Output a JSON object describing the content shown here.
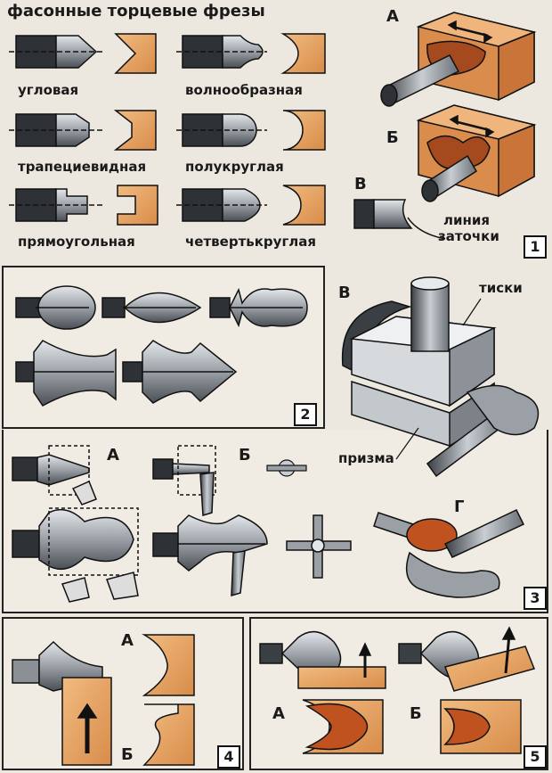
{
  "title": "фасонные торцевые фрезы",
  "panel1": {
    "cutters": [
      {
        "name": "угловая"
      },
      {
        "name": "волнообразная"
      },
      {
        "name": "трапециевидная"
      },
      {
        "name": "полукруглая"
      },
      {
        "name": "прямоугольная"
      },
      {
        "name": "четвертькруглая"
      }
    ],
    "letter_a": "А",
    "letter_b": "Б",
    "letter_v": "В",
    "sharpen_line_1": "линия",
    "sharpen_line_2": "заточки",
    "number": "1"
  },
  "panel2": {
    "number": "2"
  },
  "panel3": {
    "letter_v": "В",
    "vise": "тиски",
    "prism": "призма",
    "letter_g": "Г",
    "letter_a": "А",
    "letter_b": "Б",
    "number": "3"
  },
  "panel4": {
    "letter_a": "А",
    "letter_b": "Б",
    "number": "4"
  },
  "panel5": {
    "letter_a": "А",
    "letter_b": "Б",
    "number": "5"
  },
  "colors": {
    "wood": "#e8a868",
    "wood_dark": "#c9773a",
    "steel": "#8a9096",
    "steel_dark": "#2e3236",
    "frame": "#222222"
  }
}
